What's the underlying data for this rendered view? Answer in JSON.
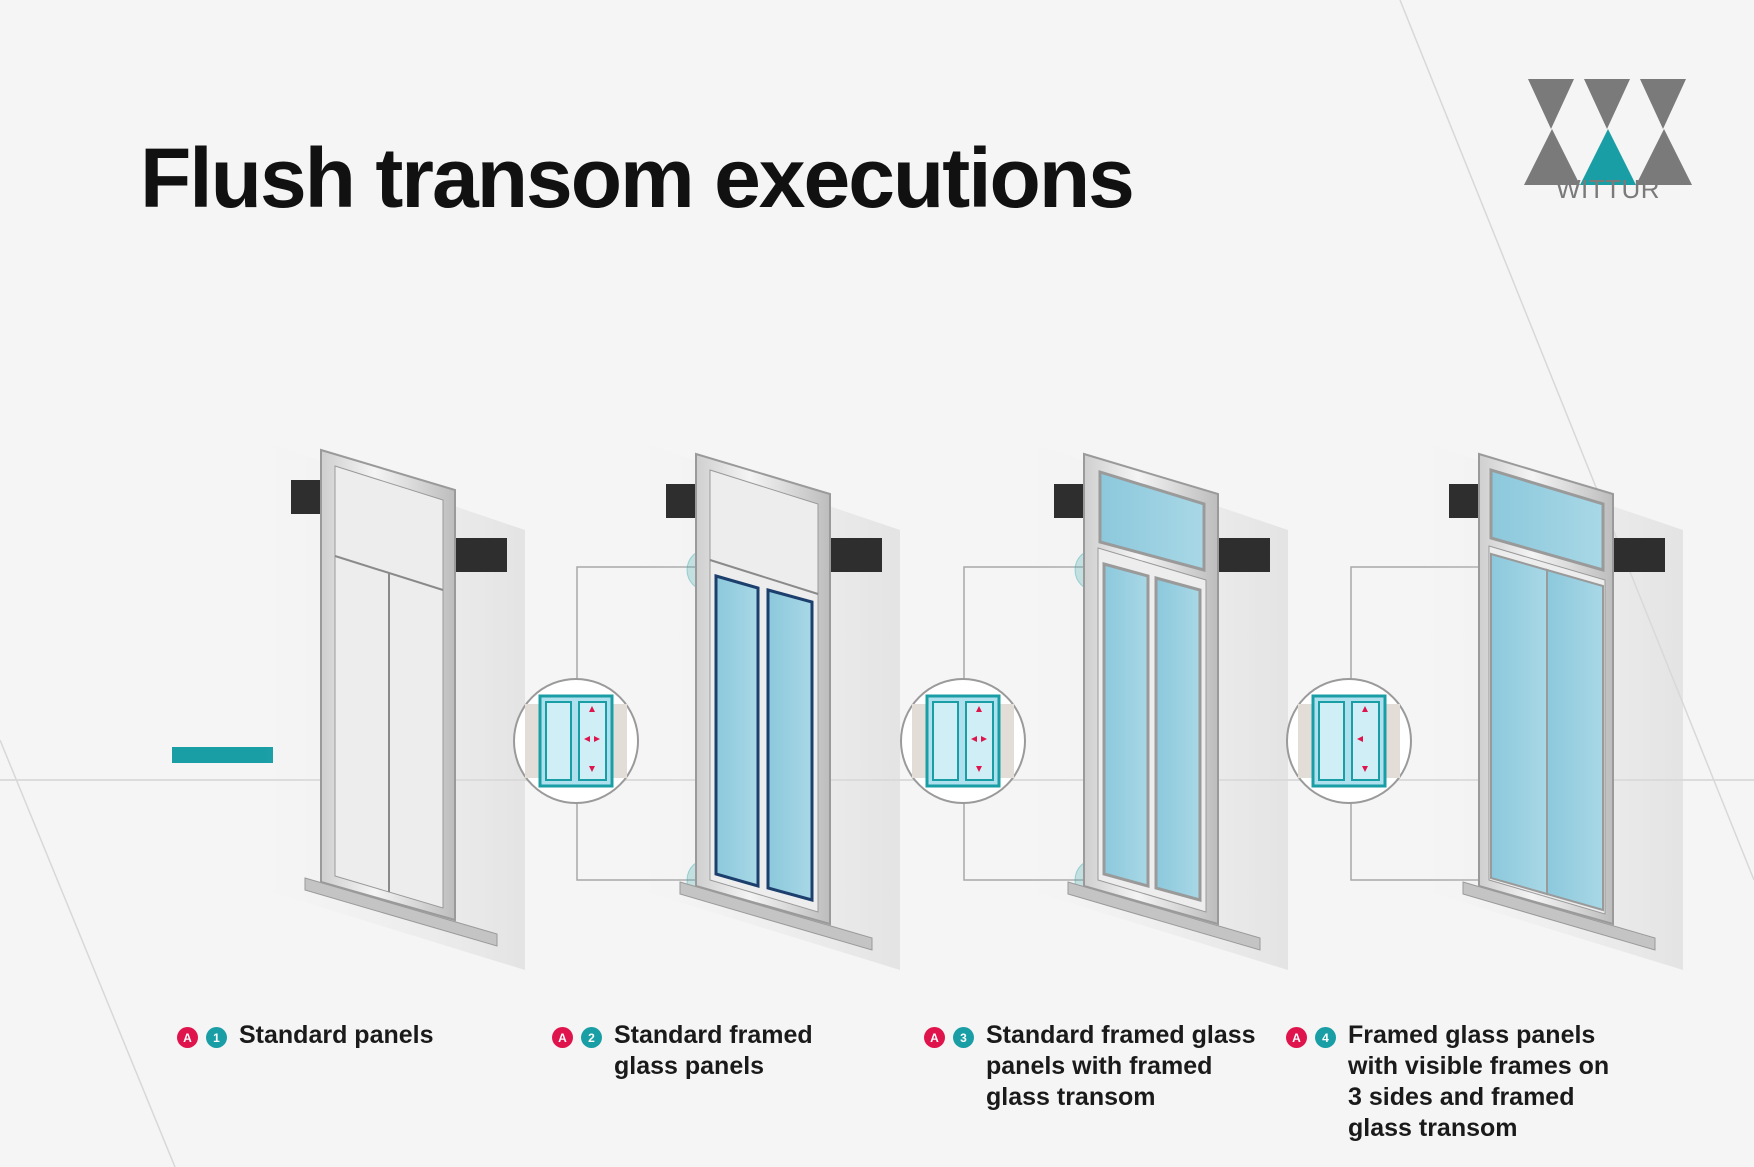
{
  "title": "Flush transom executions",
  "brand": {
    "name": "WITTUR",
    "logo_icon": "wittur-triangles-logo-icon",
    "colors": {
      "grey": "#7a7a7a",
      "teal": "#1a9ea5"
    }
  },
  "badge_colors": {
    "a": "#e0144c",
    "n": "#1a9ea5"
  },
  "options": [
    {
      "badge_a": "A",
      "badge_n": "1",
      "label": "Standard panels",
      "icon": "standard-panels-door-icon"
    },
    {
      "badge_a": "A",
      "badge_n": "2",
      "label": "Standard framed glass panels",
      "icon": "framed-glass-panels-door-icon"
    },
    {
      "badge_a": "A",
      "badge_n": "3",
      "label": "Standard framed glass panels with framed glass transom",
      "icon": "framed-glass-transom-door-icon"
    },
    {
      "badge_a": "A",
      "badge_n": "4",
      "label": "Framed glass panels with visible frames on 3 sides and framed glass transom",
      "icon": "visible-frames-3-sides-door-icon"
    }
  ],
  "zoom_details": [
    {
      "icon": "frame-detail-zoom-icon"
    },
    {
      "icon": "frame-detail-zoom-icon"
    },
    {
      "icon": "frame-detail-zoom-icon"
    }
  ]
}
